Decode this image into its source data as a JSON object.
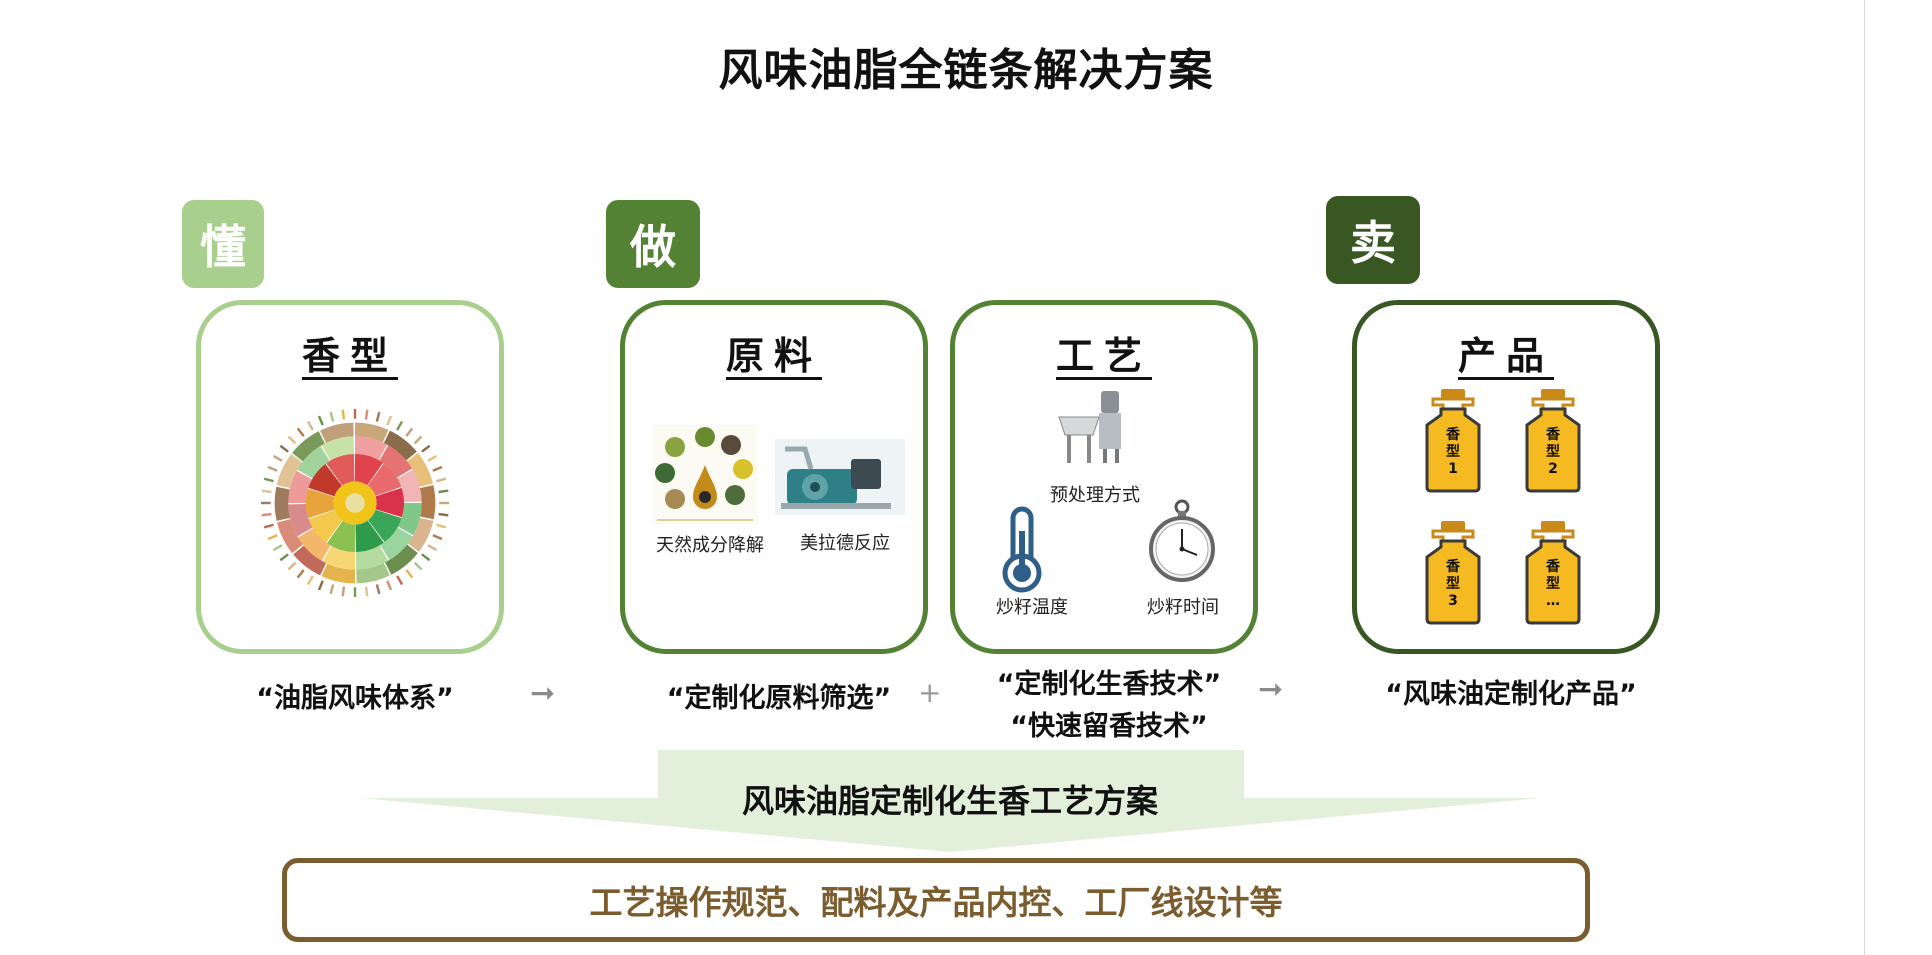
{
  "title": "风味油脂全链条解决方案",
  "tags": {
    "understand": "懂",
    "make": "做",
    "sell": "卖"
  },
  "cards": {
    "aroma": {
      "title": "香型"
    },
    "material": {
      "title": "原料",
      "items": [
        "天然成分降解",
        "美拉德反应"
      ]
    },
    "process": {
      "title": "工艺",
      "items": [
        "预处理方式",
        "炒籽温度",
        "炒籽时间"
      ]
    },
    "product": {
      "title": "产品",
      "bottles": [
        {
          "line1": "香",
          "line2": "型",
          "line3": "1"
        },
        {
          "line1": "香",
          "line2": "型",
          "line3": "2"
        },
        {
          "line1": "香",
          "line2": "型",
          "line3": "3"
        },
        {
          "line1": "香",
          "line2": "型",
          "line3": "…"
        }
      ]
    }
  },
  "captions": {
    "aroma": "“油脂风味体系”",
    "material": "“定制化原料筛选”",
    "process_1": "“定制化生香技术”",
    "process_2": "“快速留香技术”",
    "product": "“风味油定制化产品”"
  },
  "symbols": {
    "arrow": "➞",
    "plus": "+"
  },
  "banner": "风味油脂定制化生香工艺方案",
  "bottom": "工艺操作规范、配料及产品内控、工厂线设计等",
  "colors": {
    "light_green": "#a9cf8f",
    "mid_green": "#548235",
    "dark_green": "#385723",
    "banner_bg": "#e2efda",
    "brown": "#7a5c2e",
    "bottle": "#f5b921",
    "bottle_cap": "#c98a1a"
  }
}
